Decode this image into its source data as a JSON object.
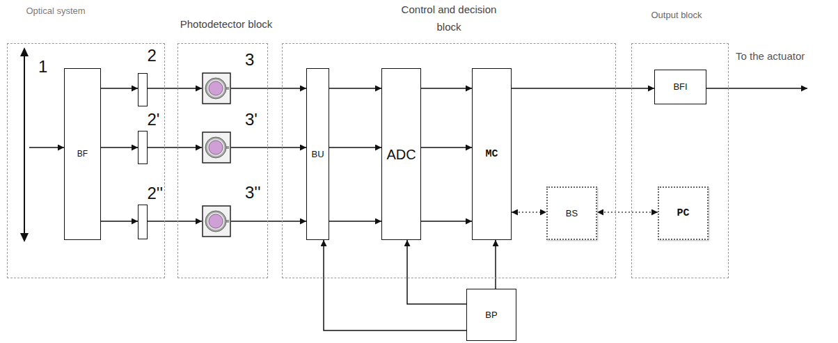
{
  "diagram": {
    "nodes": [
      {
        "text": [
          "Optical system"
        ]
      },
      {
        "text": [
          "1"
        ],
        "in": 0
      },
      {
        "text": [
          "BF"
        ],
        "in": 0
      },
      {
        "text": [
          "2"
        ],
        "in": 0
      },
      {
        "text": [
          "2'"
        ],
        "in": 0
      },
      {
        "text": [
          "2''"
        ],
        "in": 0
      },
      {
        "text": [
          "Photodetector block"
        ]
      },
      {
        "text": [
          "3"
        ],
        "in": 6
      },
      {
        "text": [
          "3'"
        ],
        "in": 6
      },
      {
        "text": [
          "3''"
        ],
        "in": 6
      },
      {
        "text": [
          "Control and decision block"
        ]
      },
      {
        "text": [
          "BU"
        ],
        "in": 10
      },
      {
        "text": [
          "ADC"
        ],
        "in": 10
      },
      {
        "text": [
          "MC"
        ],
        "in": 10
      },
      {
        "text": [
          "BS"
        ],
        "in": 10
      },
      {
        "text": [
          "Output block"
        ]
      },
      {
        "text": [
          "BFI"
        ],
        "in": 15
      },
      {
        "text": [
          "PC"
        ],
        "in": 15
      },
      {
        "text": [
          "BP"
        ]
      }
    ],
    "edges": [
      {
        "from": 1,
        "to": 2,
        "arrow": "to"
      },
      {
        "from": 2,
        "to": 3,
        "arrow": "to"
      },
      {
        "from": 2,
        "to": 4,
        "arrow": "to"
      },
      {
        "from": 2,
        "to": 5,
        "arrow": "to"
      },
      {
        "from": 3,
        "to": 7,
        "arrow": "to"
      },
      {
        "from": 4,
        "to": 8,
        "arrow": "to"
      },
      {
        "from": 5,
        "to": 9,
        "arrow": "to"
      },
      {
        "from": 7,
        "to": 11,
        "arrow": "to"
      },
      {
        "from": 8,
        "to": 11,
        "arrow": "to"
      },
      {
        "from": 9,
        "to": 11,
        "arrow": "to"
      },
      {
        "from": 11,
        "to": 12,
        "arrow": "to"
      },
      {
        "from": 11,
        "to": 12,
        "arrow": "to"
      },
      {
        "from": 11,
        "to": 12,
        "arrow": "to"
      },
      {
        "from": 12,
        "to": 13,
        "arrow": "to"
      },
      {
        "from": 12,
        "to": 13,
        "arrow": "to"
      },
      {
        "from": 12,
        "to": 13,
        "arrow": "to"
      },
      {
        "from": 13,
        "to": 16,
        "arrow": "to"
      },
      {
        "from": 13,
        "to": 14,
        "arrow": "both"
      },
      {
        "from": 14,
        "to": 17,
        "arrow": "both"
      },
      {
        "from": 18,
        "to": 11,
        "arrow": "to"
      },
      {
        "from": 18,
        "to": 12,
        "arrow": "to"
      },
      {
        "from": 18,
        "to": 13,
        "arrow": "to"
      }
    ],
    "labels": [
      "To the actuator"
    ]
  }
}
